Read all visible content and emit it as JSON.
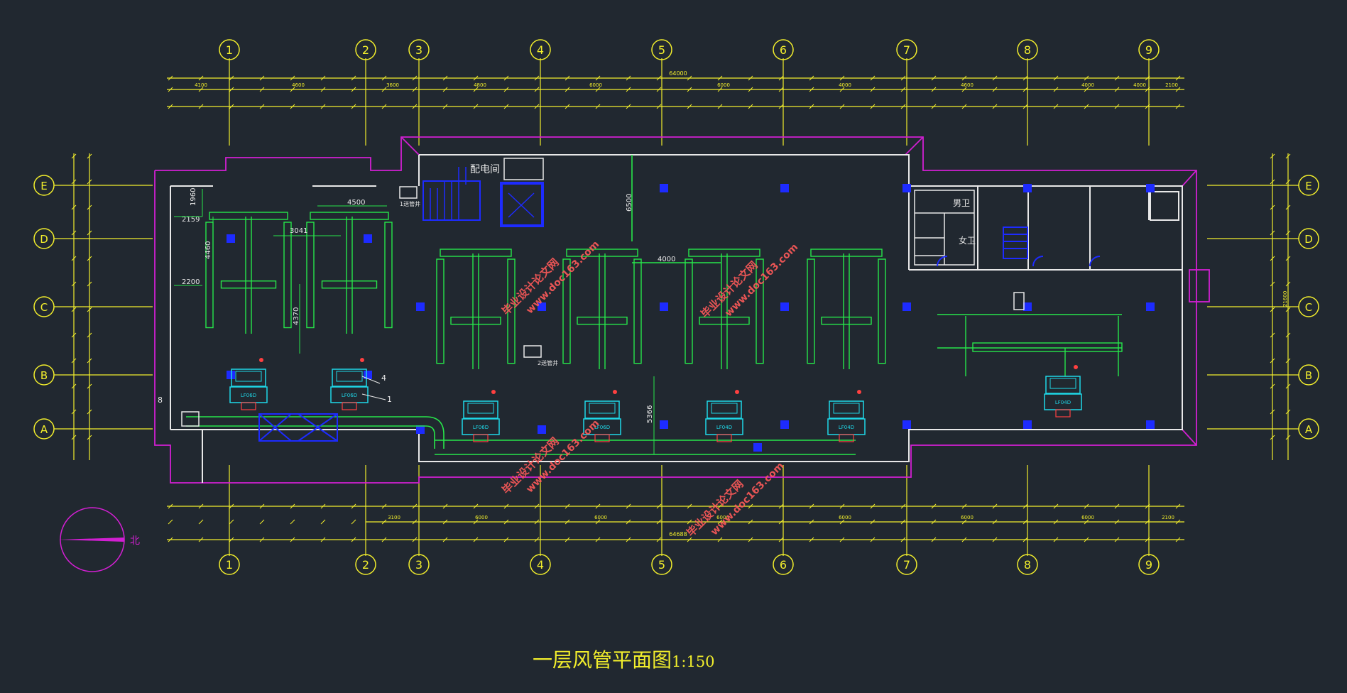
{
  "drawing": {
    "title": "一层风管平面图",
    "scale": "1:150",
    "north_label": "北"
  },
  "axes": {
    "columns": [
      "1",
      "2",
      "3",
      "4",
      "5",
      "6",
      "7",
      "8",
      "9"
    ],
    "rows": [
      "E",
      "D",
      "C",
      "B",
      "A"
    ]
  },
  "dimensions": {
    "overall_top": "64000",
    "overall_bottom": "64688",
    "top_row": [
      "4100",
      "4600",
      "3600",
      "4800",
      "6000",
      "6000",
      "4000",
      "4600",
      "4000",
      "4000",
      "2100"
    ],
    "bottom_row": [
      "3100",
      "6000",
      "6000",
      "6000",
      "6000",
      "6000",
      "6000",
      "2100"
    ],
    "interior": [
      "1960",
      "2159",
      "4500",
      "3041",
      "4460",
      "2200",
      "4370",
      "6500",
      "4000",
      "5366"
    ],
    "right_total": "21600"
  },
  "rooms": {
    "electrical": "配电间",
    "mens_wc": "男卫",
    "womens_wc": "女卫",
    "shaft_1": "1送管井",
    "shaft_2": "2送管井"
  },
  "units": [
    "LF06D",
    "LF06D",
    "LF06D",
    "LF06D",
    "LF04D",
    "LF04D",
    "LF04D"
  ],
  "annotations": {
    "callout_4": "4",
    "callout_1": "1",
    "callout_8": "8"
  },
  "watermarks": [
    "毕业设计论文网",
    "www.doc163.com"
  ],
  "colors": {
    "background": "#212830",
    "axis": "#f2ee2c",
    "wall": "#e8e8e8",
    "boundary": "#d21fd2",
    "duct": "#27e64a",
    "equipment": "#1fd8e8",
    "column": "#1d2bff",
    "watermark": "#ff5a5a"
  }
}
